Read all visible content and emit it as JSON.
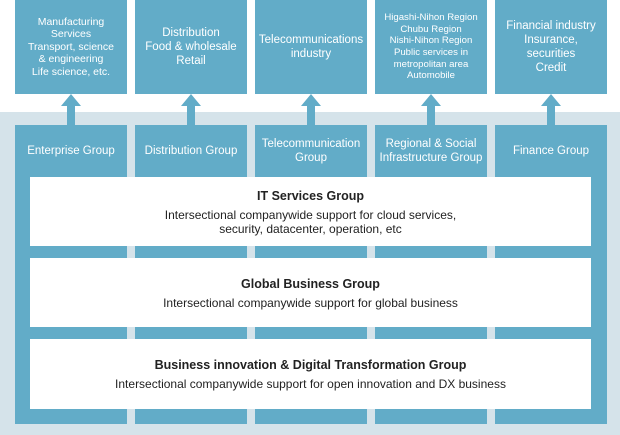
{
  "industries": [
    {
      "lines": [
        "Manufacturing",
        "Services",
        "Transport, science",
        "& engineering",
        "Life science, etc."
      ]
    },
    {
      "lines": [
        "Distribution",
        "Food & wholesale",
        "Retail"
      ]
    },
    {
      "lines": [
        "Telecommunications",
        "industry"
      ]
    },
    {
      "lines": [
        "Higashi-Nihon Region",
        "Chubu Region",
        "Nishi-Nihon Region",
        "Public services in",
        "metropolitan area",
        "Automobile"
      ]
    },
    {
      "lines": [
        "Financial industry",
        "Insurance,",
        "securities",
        "Credit"
      ]
    }
  ],
  "groups": [
    {
      "lines": [
        "Enterprise Group"
      ]
    },
    {
      "lines": [
        "Distribution Group"
      ]
    },
    {
      "lines": [
        "Telecommunication",
        "Group"
      ]
    },
    {
      "lines": [
        "Regional & Social",
        "Infrastructure Group"
      ]
    },
    {
      "lines": [
        "Finance Group"
      ]
    }
  ],
  "bands": [
    {
      "title": "IT Services Group",
      "desc_lines": [
        "Intersectional companywide support for cloud services,",
        "security, datacenter, operation, etc"
      ]
    },
    {
      "title": "Global Business Group",
      "desc_lines": [
        "Intersectional companywide support for global business"
      ]
    },
    {
      "title": "Business innovation & Digital Transformation Group",
      "desc_lines": [
        "Intersectional companywide support for open innovation and DX business"
      ]
    }
  ],
  "colors": {
    "box": "#62acc8",
    "band_bg": "#d5e3ea",
    "text_dark": "#222222"
  }
}
